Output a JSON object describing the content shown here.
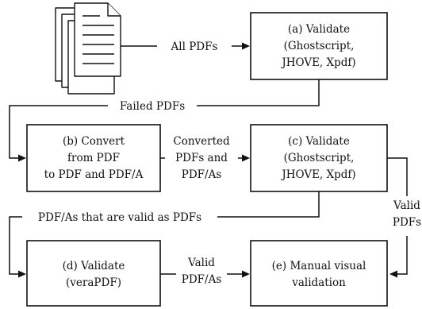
{
  "boxes": {
    "a": [
      "(a) Validate",
      "(Ghostscript,",
      "JHOVE, Xpdf)"
    ],
    "b": [
      "(b) Convert",
      "from PDF",
      "to PDF and PDF/A"
    ],
    "c": [
      "(c) Validate",
      "(Ghostscript,",
      "JHOVE, Xpdf)"
    ],
    "d": [
      "(d) Validate",
      "(veraPDF)"
    ],
    "e": [
      "(e) Manual visual",
      "validation"
    ]
  },
  "labels": {
    "all_pdfs": "All PDFs",
    "failed_pdfs": "Failed PDFs",
    "converted": [
      "Converted",
      "PDFs and",
      "PDF/As"
    ],
    "valid_as_pdfs": "PDF/As that are valid as PDFs",
    "valid_pdfs": [
      "Valid",
      "PDFs"
    ],
    "valid_pdfas": [
      "Valid",
      "PDF/As"
    ]
  },
  "icons": {
    "documents": "document-stack-icon"
  }
}
